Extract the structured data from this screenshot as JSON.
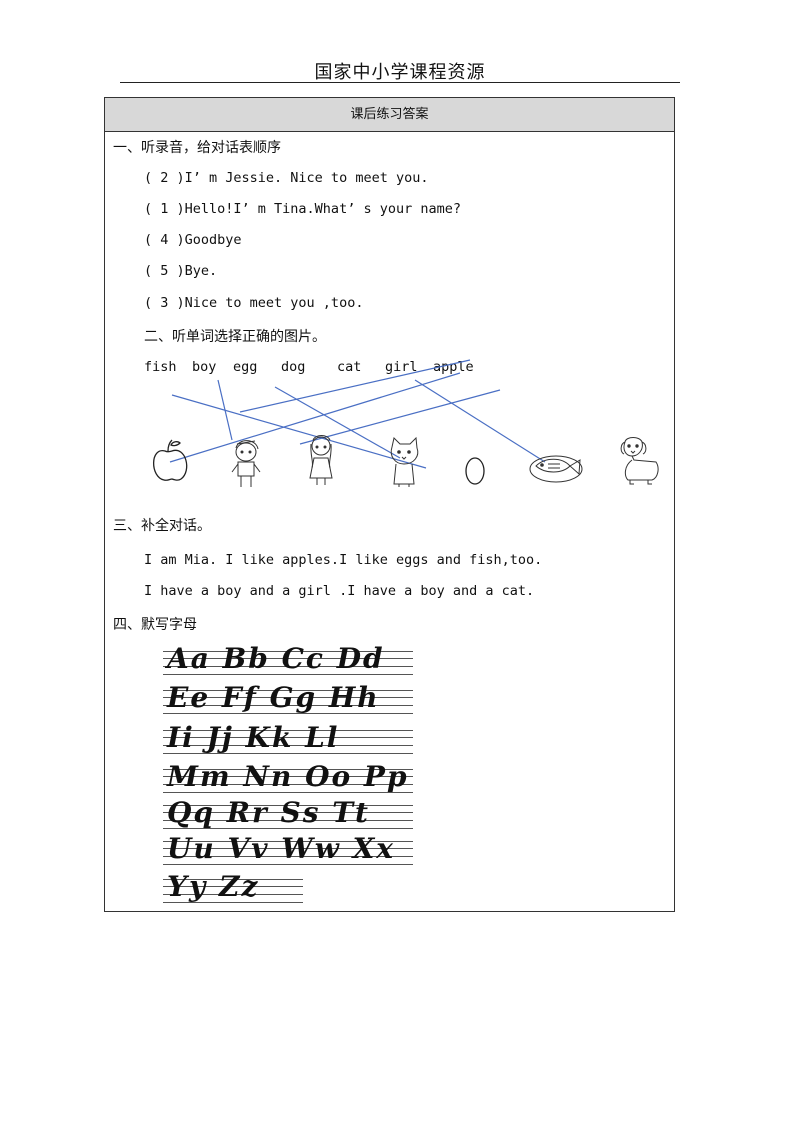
{
  "header": {
    "title": "国家中小学课程资源"
  },
  "box": {
    "title": "课后练习答案"
  },
  "section1": {
    "heading": "一、听录音，给对话表顺序",
    "items": [
      "( 2 )I’ m Jessie. Nice to meet you.",
      "( 1 )Hello!I’ m Tina.What’ s your name?",
      "( 4 )Goodbye",
      "( 5 )Bye.",
      "( 3 )Nice to meet you ,too."
    ]
  },
  "section2": {
    "heading": "二、听单词选择正确的图片。",
    "words": [
      "fish",
      "boy",
      "egg",
      "dog",
      "cat",
      "girl",
      "apple"
    ],
    "pictures": [
      "apple-icon",
      "boy-icon",
      "girl-icon",
      "cat-icon",
      "egg-icon",
      "fish-icon",
      "dog-icon"
    ]
  },
  "section3": {
    "heading": "三、补全对话。",
    "lines": [
      "I am Mia. I like apples.I like eggs and fish,too.",
      "I have a boy and a girl .I have a boy and a cat."
    ]
  },
  "section4": {
    "heading": "四、默写字母",
    "rows": [
      "Aa Bb Cc Dd",
      "Ee Ff Gg Hh",
      "Ii Jj Kk Ll",
      "Mm Nn Oo Pp",
      "Qq Rr Ss Tt",
      "Uu Vv Ww Xx",
      "Yy Zz"
    ]
  },
  "colors": {
    "match_line": "#4a6fc4",
    "title_bg": "#d8d8d8"
  }
}
